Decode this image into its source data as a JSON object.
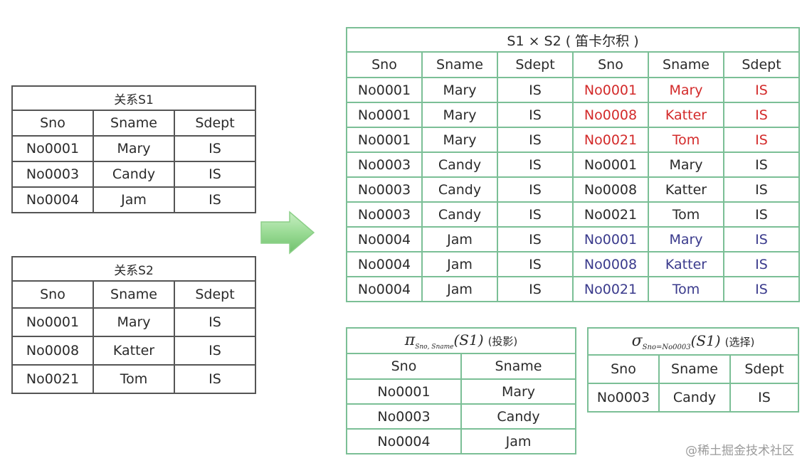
{
  "s1": {
    "caption": "关系S1",
    "headers": [
      "Sno",
      "Sname",
      "Sdept"
    ],
    "rows": [
      [
        "No0001",
        "Mary",
        "IS"
      ],
      [
        "No0003",
        "Candy",
        "IS"
      ],
      [
        "No0004",
        "Jam",
        "IS"
      ]
    ]
  },
  "s2": {
    "caption": "关系S2",
    "headers": [
      "Sno",
      "Sname",
      "Sdept"
    ],
    "rows": [
      [
        "No0001",
        "Mary",
        "IS"
      ],
      [
        "No0008",
        "Katter",
        "IS"
      ],
      [
        "No0021",
        "Tom",
        "IS"
      ]
    ]
  },
  "cartesian": {
    "caption": "S1 × S2 ( 笛卡尔积 )",
    "headers": [
      "Sno",
      "Sname",
      "Sdept",
      "Sno",
      "Sname",
      "Sdept"
    ],
    "rows": [
      [
        "No0001",
        "Mary",
        "IS",
        "No0001",
        "Mary",
        "IS"
      ],
      [
        "No0001",
        "Mary",
        "IS",
        "No0008",
        "Katter",
        "IS"
      ],
      [
        "No0001",
        "Mary",
        "IS",
        "No0021",
        "Tom",
        "IS"
      ],
      [
        "No0003",
        "Candy",
        "IS",
        "No0001",
        "Mary",
        "IS"
      ],
      [
        "No0003",
        "Candy",
        "IS",
        "No0008",
        "Katter",
        "IS"
      ],
      [
        "No0003",
        "Candy",
        "IS",
        "No0021",
        "Tom",
        "IS"
      ],
      [
        "No0004",
        "Jam",
        "IS",
        "No0001",
        "Mary",
        "IS"
      ],
      [
        "No0004",
        "Jam",
        "IS",
        "No0008",
        "Katter",
        "IS"
      ],
      [
        "No0004",
        "Jam",
        "IS",
        "No0021",
        "Tom",
        "IS"
      ]
    ],
    "highlight_colors": {
      "rows_1_3": "#d32a2a",
      "rows_7_9": "#3a3a8c"
    }
  },
  "projection": {
    "symbol": "π",
    "subscript": "Sno, Sname",
    "argument": "(S1)",
    "label": "(投影)",
    "headers": [
      "Sno",
      "Sname"
    ],
    "rows": [
      [
        "No0001",
        "Mary"
      ],
      [
        "No0003",
        "Candy"
      ],
      [
        "No0004",
        "Jam"
      ]
    ]
  },
  "selection": {
    "symbol": "σ",
    "subscript": "Sno=No0003",
    "argument": "(S1)",
    "label": "(选择)",
    "headers": [
      "Sno",
      "Sname",
      "Sdept"
    ],
    "rows": [
      [
        "No0003",
        "Candy",
        "IS"
      ]
    ]
  },
  "arrow": {
    "icon": "right-arrow-icon",
    "color": "#8fd18f"
  },
  "watermark": "@稀土掘金技术社区"
}
